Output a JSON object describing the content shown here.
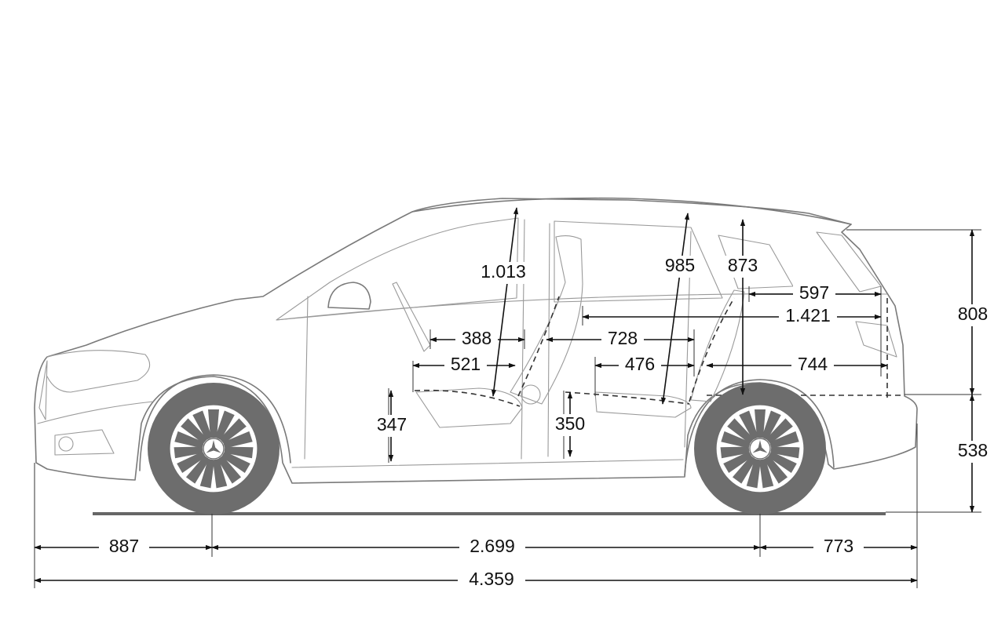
{
  "dimensions": {
    "front_overhang": "887",
    "wheelbase": "2.699",
    "rear_overhang": "773",
    "overall_length": "4.359",
    "roof_to_beltline": "808",
    "beltline_to_ground": "538",
    "front_headroom": "1.013",
    "rear_headroom": "985",
    "cargo_height": "873",
    "cargo_length_top": "597",
    "load_length_top": "1.421",
    "front_legroom_a": "388",
    "front_seat_depth": "521",
    "rear_legroom": "728",
    "rear_seat_depth": "476",
    "cargo_floor_length": "744",
    "front_seat_height": "347",
    "rear_seat_height": "350"
  },
  "colors": {
    "line": "#7a7a7a",
    "wheel": "#6d6d6d",
    "dimension": "#111111"
  }
}
